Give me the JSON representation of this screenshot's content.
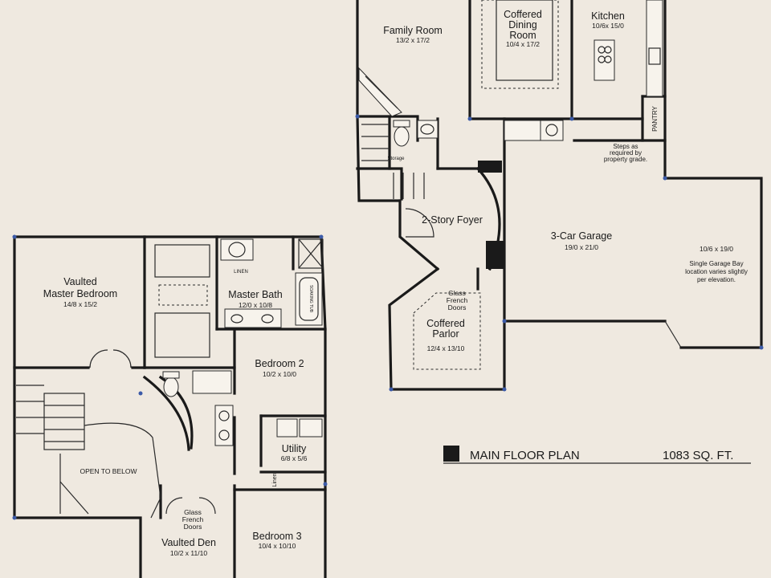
{
  "plan": {
    "title": "MAIN FLOOR PLAN",
    "area": "1083 SQ. FT."
  },
  "rooms": {
    "family_room": {
      "name": "Family Room",
      "dims": "13/2 x 17/2"
    },
    "dining": {
      "name_1": "Coffered",
      "name_2": "Dining",
      "name_3": "Room",
      "dims": "10/4 x 17/2"
    },
    "kitchen": {
      "name": "Kitchen",
      "dims": "10/6x 15/0"
    },
    "pantry": {
      "name": "PANTRY"
    },
    "steps_note": {
      "line1": "Steps as",
      "line2": "required by",
      "line3": "property grade."
    },
    "storage": {
      "name": "Storage"
    },
    "foyer": {
      "name": "2-Story Foyer"
    },
    "garage": {
      "name": "3-Car Garage",
      "dims": "19/0 x 21/0"
    },
    "garage_bay": {
      "dims": "10/6 x 19/0",
      "note1": "Single Garage Bay",
      "note2": "location varies slightly",
      "note3": "per elevation."
    },
    "parlor": {
      "name_1": "Coffered",
      "name_2": "Parlor",
      "dims": "12/4 x 13/10"
    },
    "parlor_doors": {
      "line1": "Glass",
      "line2": "French",
      "line3": "Doors"
    },
    "master_bedroom": {
      "name_1": "Vaulted",
      "name_2": "Master Bedroom",
      "dims": "14/8 x 15/2"
    },
    "linen_top": {
      "name": "LINEN"
    },
    "master_bath": {
      "name": "Master Bath",
      "dims": "12/0 x 10/8"
    },
    "soaking_tub": {
      "name": "SOAKING TUB"
    },
    "bedroom2": {
      "name": "Bedroom 2",
      "dims": "10/2 x 10/0"
    },
    "utility": {
      "name": "Utility",
      "dims": "6/8 x 5/6"
    },
    "linen_side": {
      "name": "Linen"
    },
    "open_below": {
      "name": "OPEN TO BELOW"
    },
    "den_doors": {
      "line1": "Glass",
      "line2": "French",
      "line3": "Doors"
    },
    "den": {
      "name": "Vaulted Den",
      "dims": "10/2 x 11/10"
    },
    "bedroom3": {
      "name": "Bedroom 3",
      "dims": "10/4 x 10/10"
    }
  },
  "colors": {
    "paper": "#efe9e0",
    "ink": "#1a1a1a",
    "marker": "#3b5aa8"
  }
}
